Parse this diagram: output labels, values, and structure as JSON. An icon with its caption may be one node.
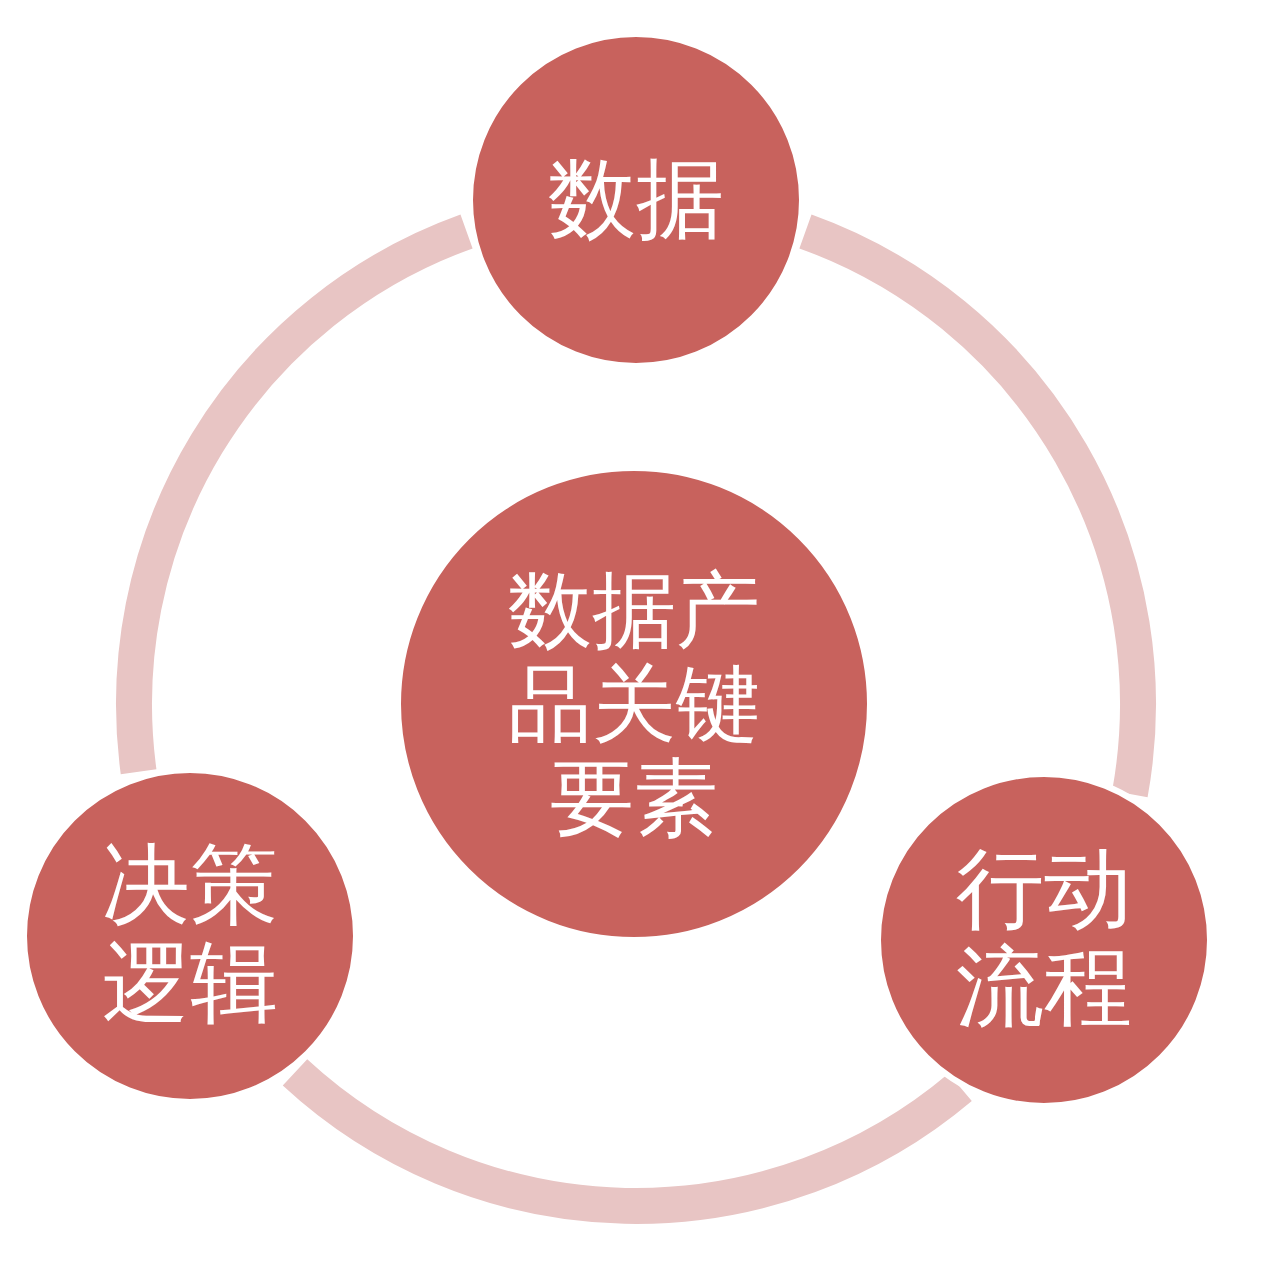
{
  "diagram": {
    "nodes": [
      {
        "text": [
          "数据"
        ]
      },
      {
        "text": [
          "数据产品关键要素"
        ]
      },
      {
        "text": [
          "决策逻辑"
        ]
      },
      {
        "text": [
          "行动流程"
        ]
      }
    ],
    "edges": [
      {
        "from": 0,
        "to": 3,
        "arrow": "none"
      },
      {
        "from": 3,
        "to": 2,
        "arrow": "none"
      },
      {
        "from": 2,
        "to": 0,
        "arrow": "none"
      }
    ]
  }
}
